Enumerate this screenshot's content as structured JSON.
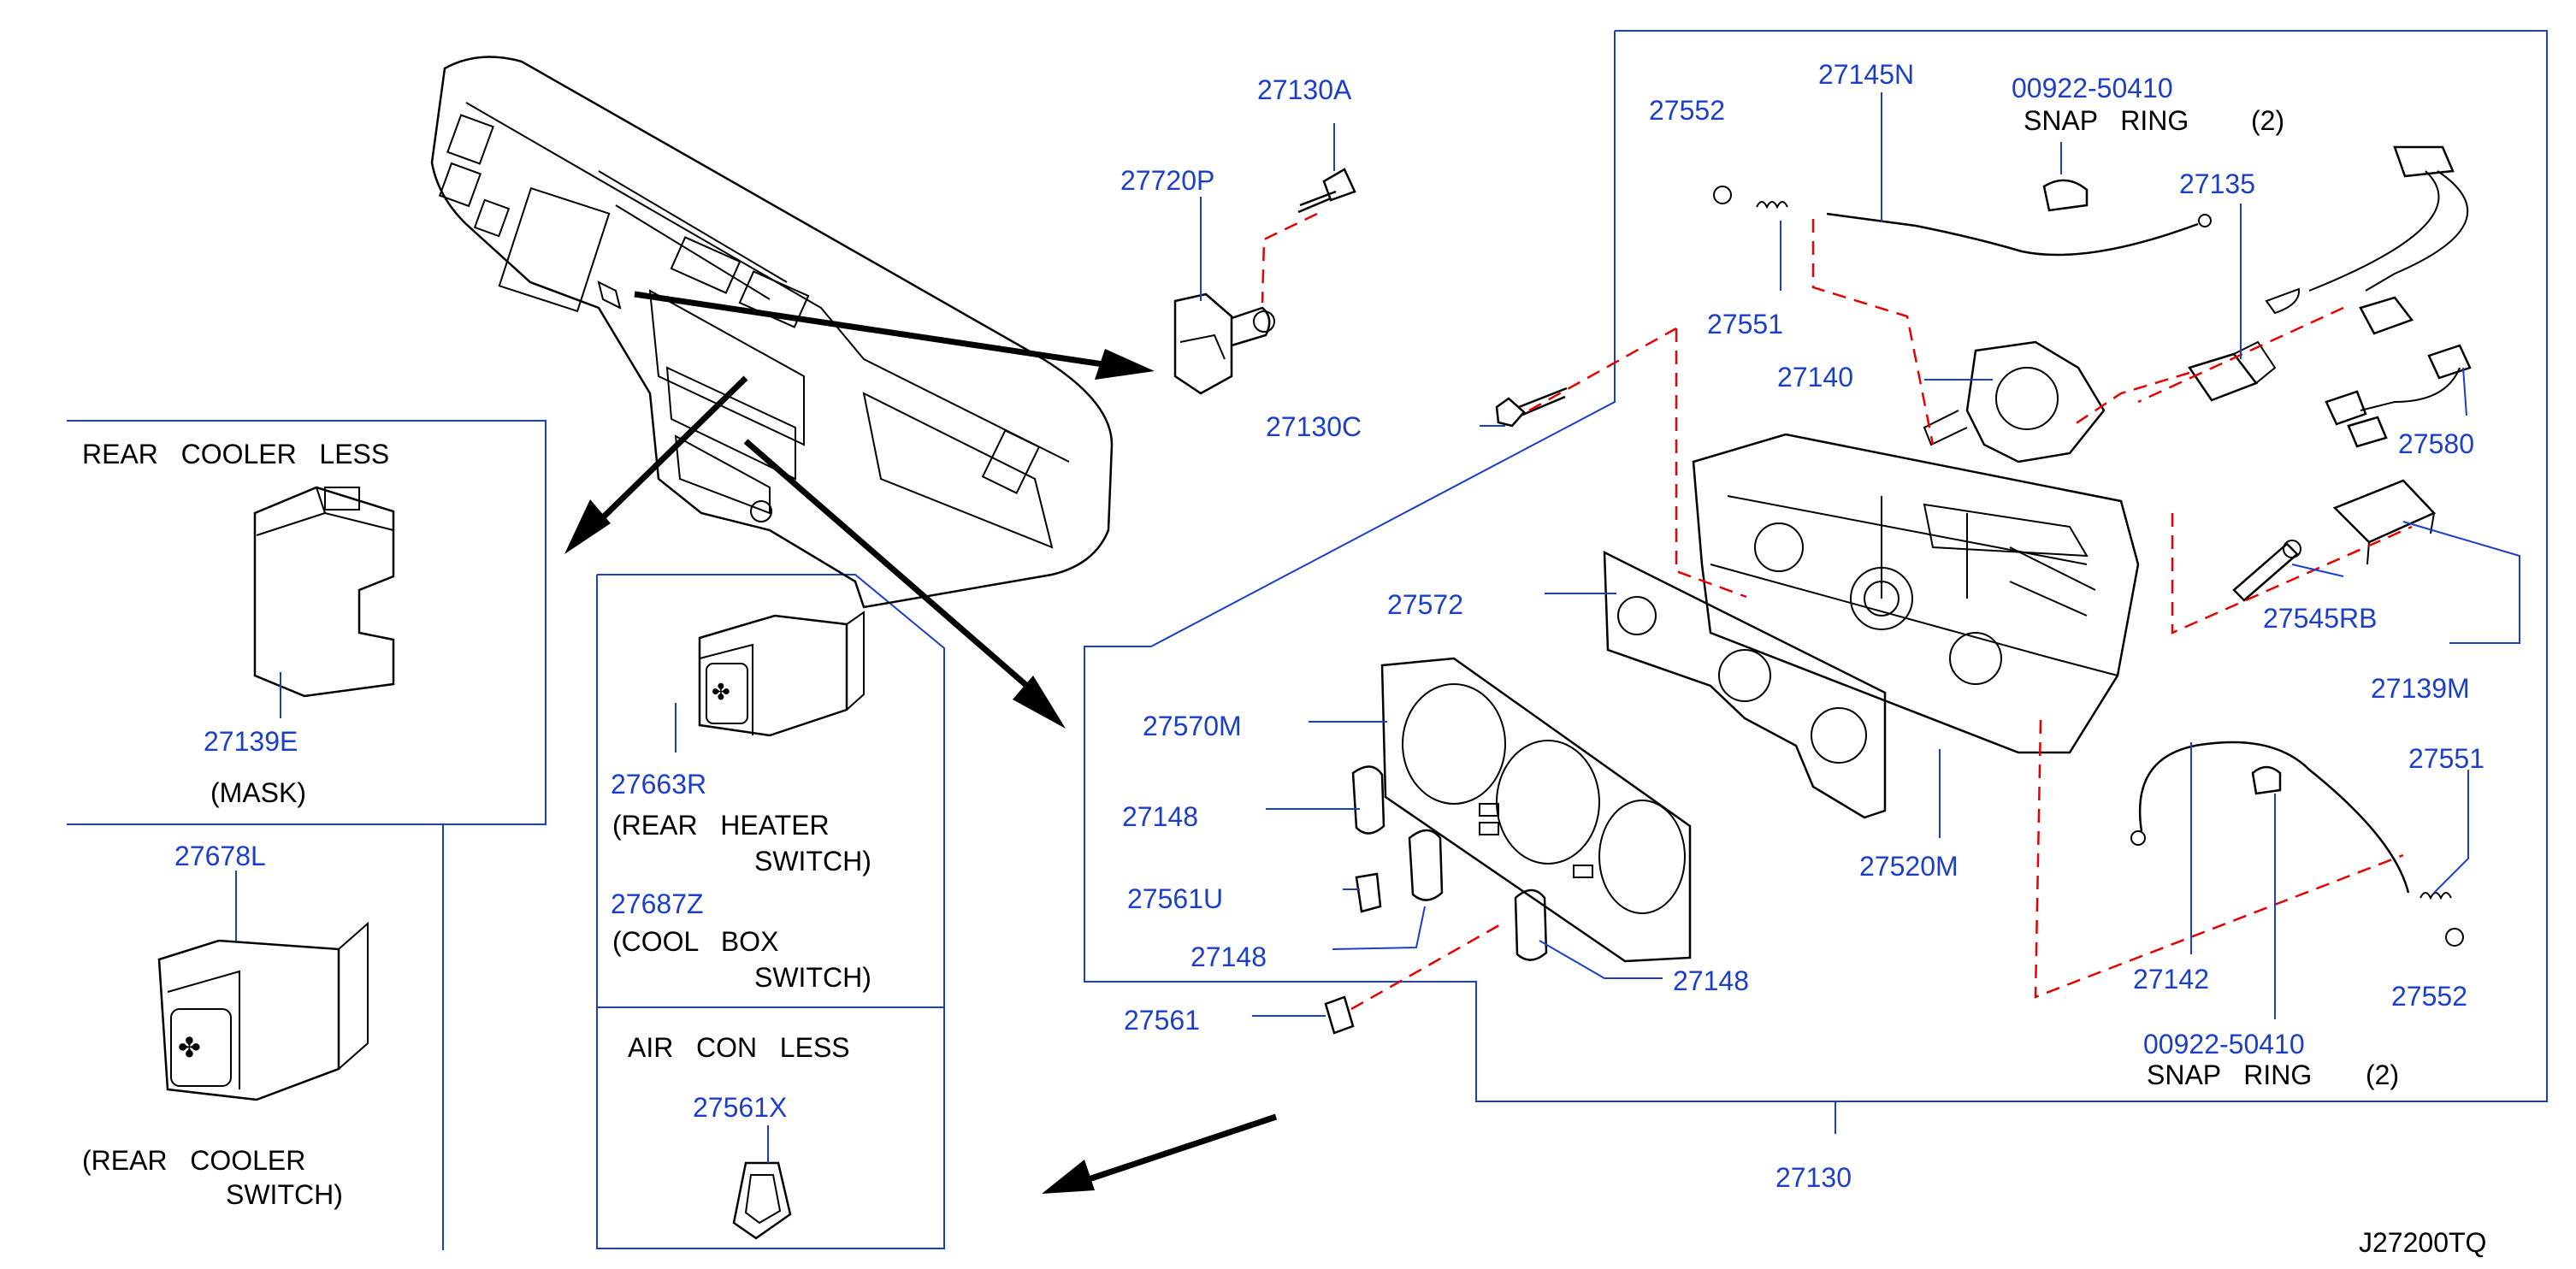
{
  "colors": {
    "part_number": "#1c3fc8",
    "frame": "#1c3fc8",
    "guide_dash": "#e60000",
    "drawing": "#000000",
    "background": "#ffffff"
  },
  "parts": {
    "p27130A": "27130A",
    "p27720P": "27720P",
    "p27552_top": "27552",
    "p27145N": "27145N",
    "p00922_top": "00922-50410",
    "p27135": "27135",
    "p27551_top": "27551",
    "p27140": "27140",
    "p27130C": "27130C",
    "p27580": "27580",
    "p27545RB": "27545RB",
    "p27139M": "27139M",
    "p27572": "27572",
    "p27570M": "27570M",
    "p27520M": "27520M",
    "p27148_a": "27148",
    "p27561U": "27561U",
    "p27148_b": "27148",
    "p27148_c": "27148",
    "p27561": "27561",
    "p27142": "27142",
    "p27551_bottom": "27551",
    "p27552_bottom": "27552",
    "p00922_bottom": "00922-50410",
    "p27130": "27130",
    "p27139E": "27139E",
    "p27678L": "27678L",
    "p27663R": "27663R",
    "p27687Z": "27687Z",
    "p27561X": "27561X"
  },
  "captions": {
    "snap_ring_top": "SNAP   RING",
    "snap_ring_top_qty": "(2)",
    "snap_ring_bottom": "SNAP   RING",
    "snap_ring_bottom_qty": "(2)",
    "rear_cooler_less": "REAR   COOLER   LESS",
    "mask": "(MASK)",
    "rear_cooler_switch_1": "(REAR   COOLER",
    "rear_cooler_switch_2": "SWITCH)",
    "rear_heater_switch_1": "(REAR   HEATER",
    "rear_heater_switch_2": "SWITCH)",
    "cool_box_switch_1": "(COOL   BOX",
    "cool_box_switch_2": "SWITCH)",
    "air_con_less": "AIR   CON   LESS"
  },
  "diagram_code": "J27200TQ"
}
